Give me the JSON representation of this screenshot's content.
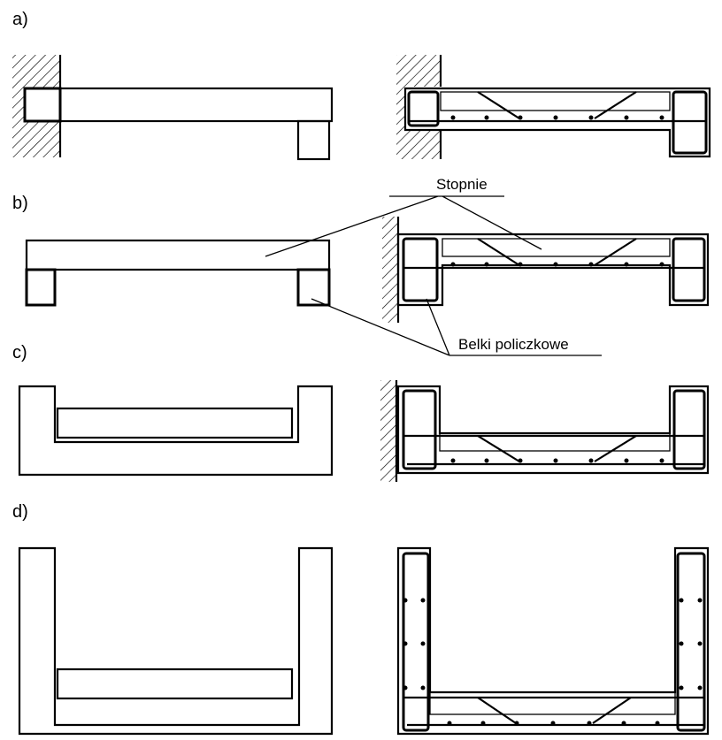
{
  "panels": [
    {
      "label": "a)"
    },
    {
      "label": "b)"
    },
    {
      "label": "c)"
    },
    {
      "label": "d)"
    }
  ],
  "annotations": {
    "steps": "Stopnie",
    "stringer_beams": "Belki policzkowe"
  }
}
